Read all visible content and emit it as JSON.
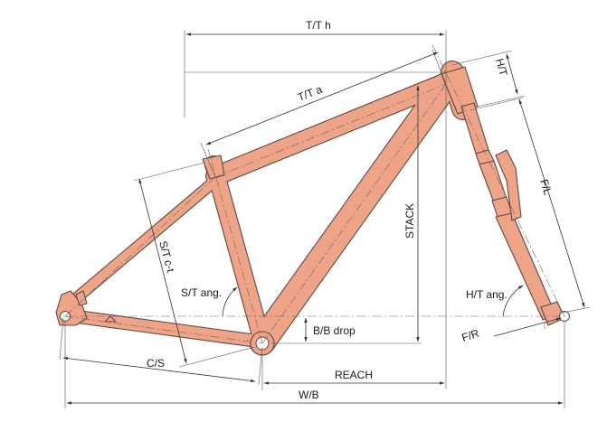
{
  "colors": {
    "frame_fill": "#EFA487",
    "frame_stroke": "#5a4a44",
    "dimension_line": "#333333"
  },
  "labels": {
    "tt_h": "T/T h",
    "tt_a": "T/T a",
    "ht": "H/T",
    "fl": "F/L",
    "stack": "STACK",
    "st_ct": "S/T c-t",
    "st_ang": "S/T ang.",
    "ht_ang": "H/T ang.",
    "bb_drop": "B/B drop",
    "fr": "F/R",
    "cs": "C/S",
    "reach": "REACH",
    "wb": "W/B"
  }
}
